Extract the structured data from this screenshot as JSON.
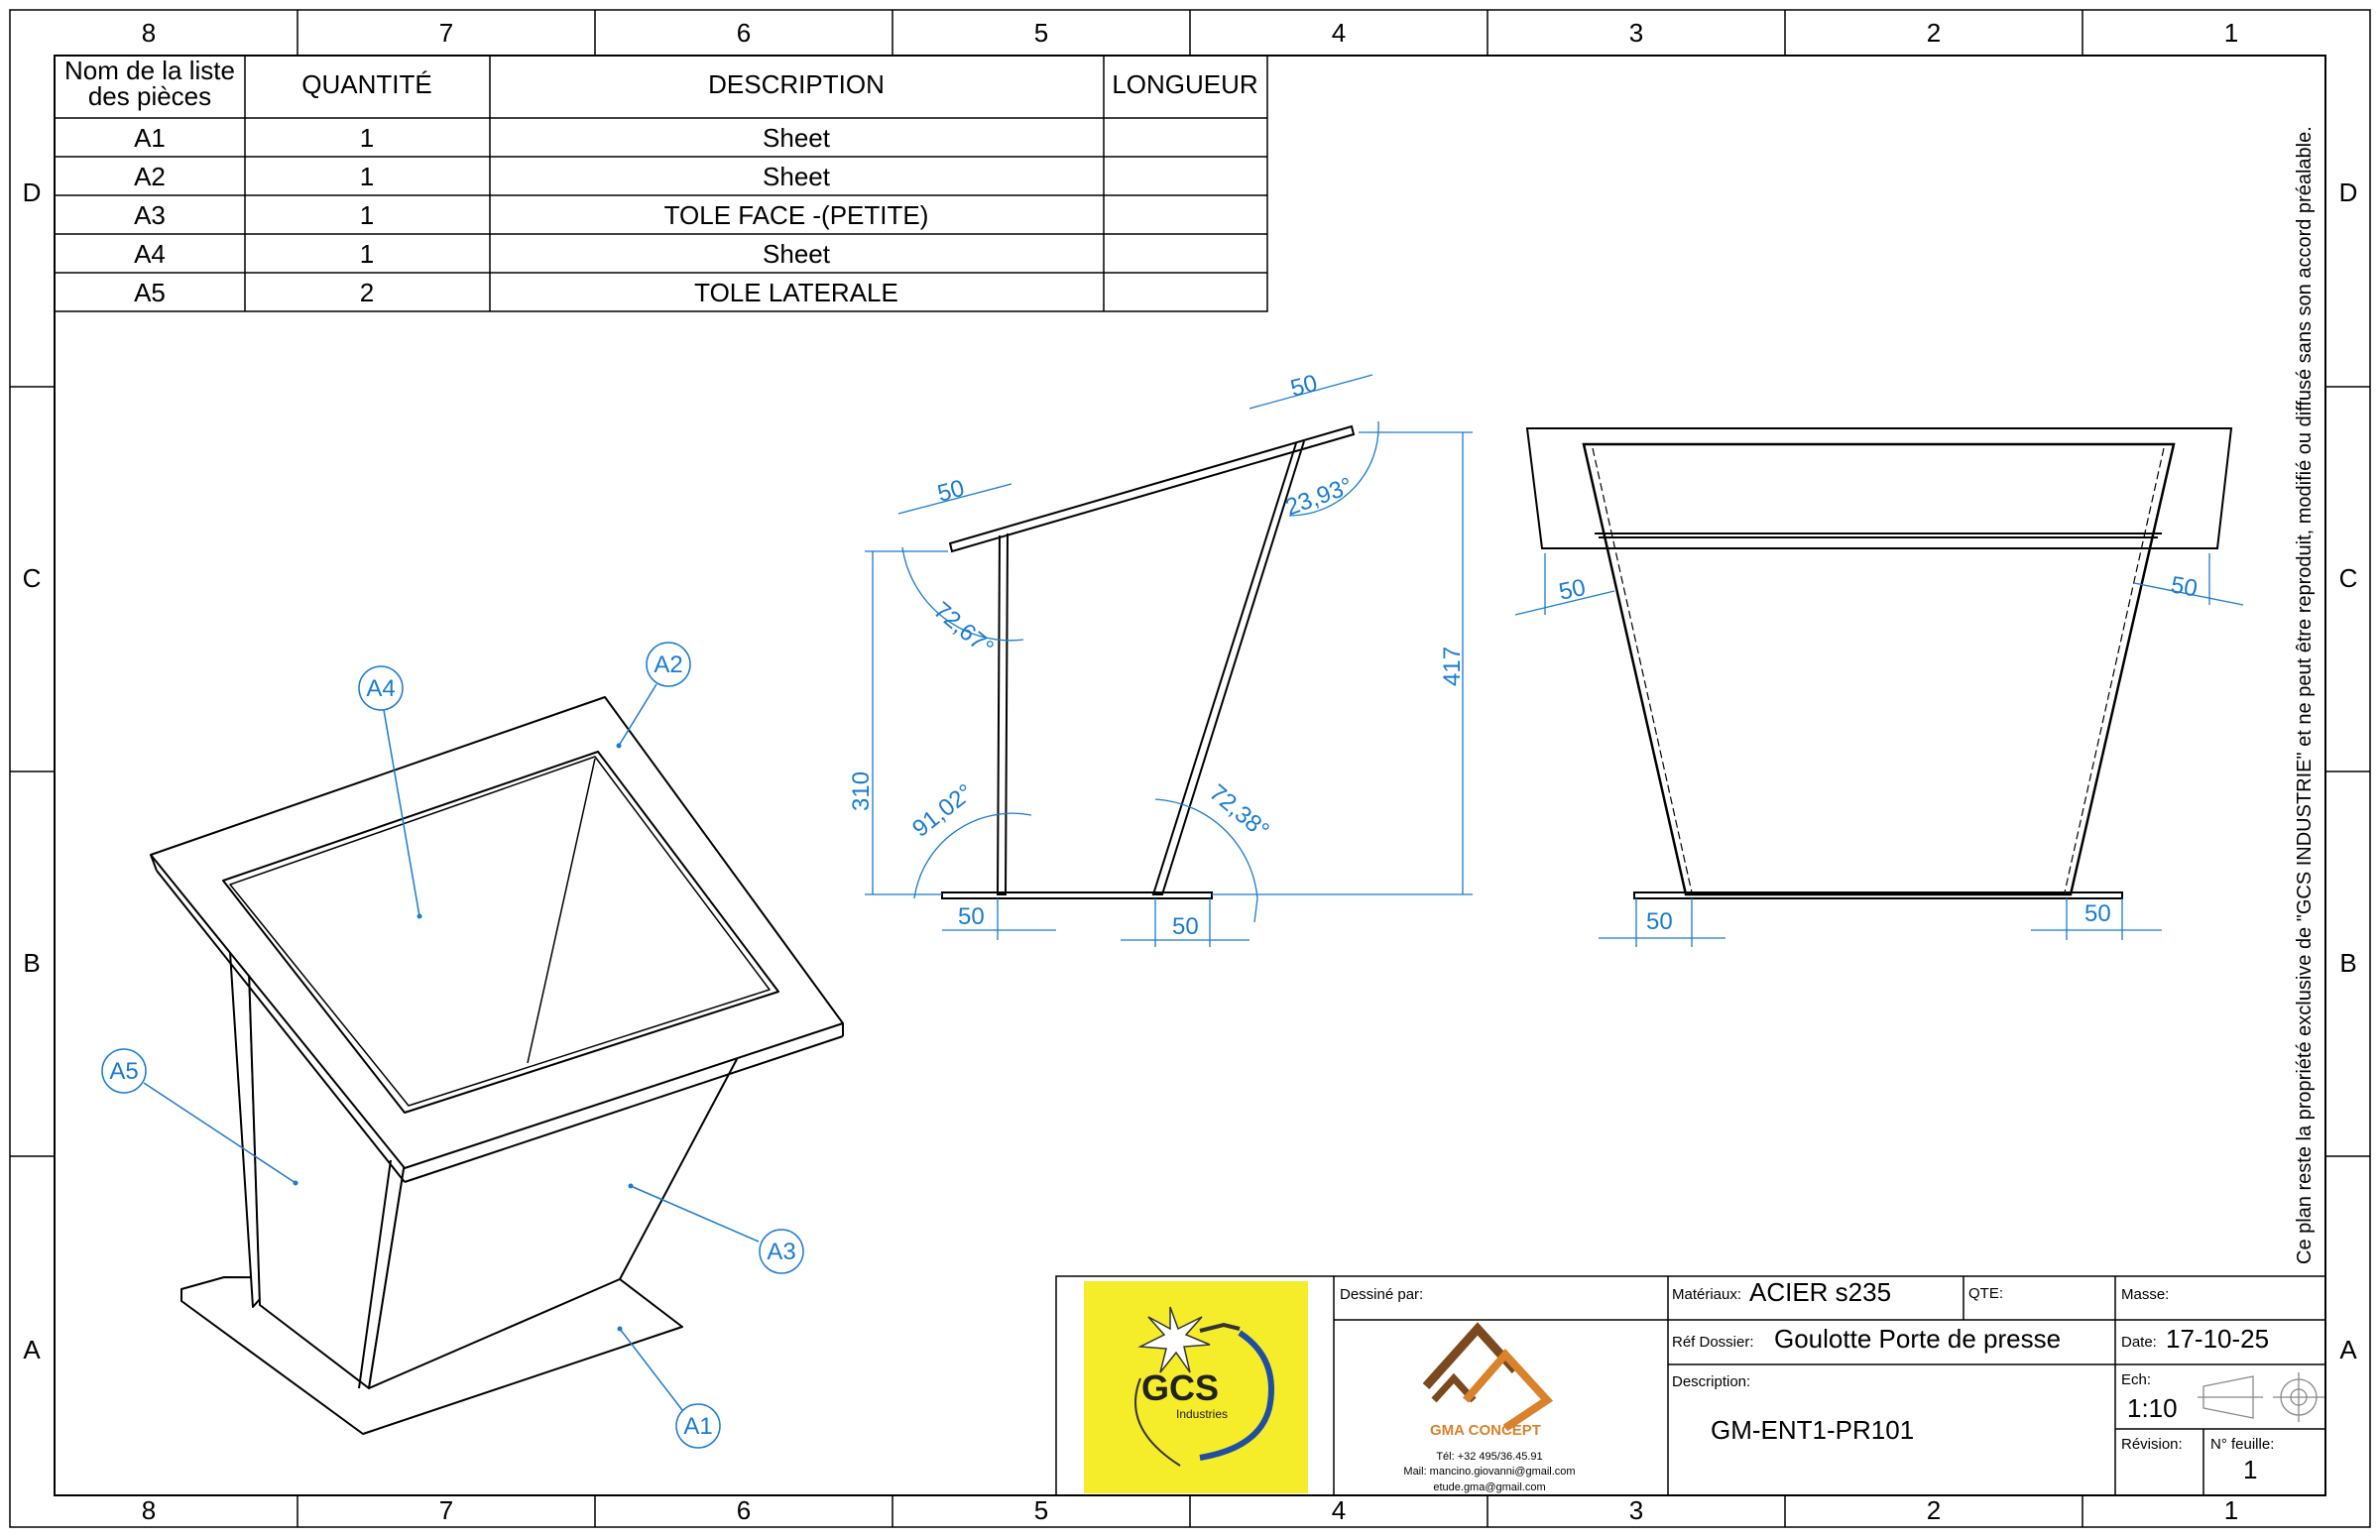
{
  "border": {
    "columns": [
      "8",
      "7",
      "6",
      "5",
      "4",
      "3",
      "2",
      "1"
    ],
    "rows": [
      "D",
      "C",
      "B",
      "A"
    ]
  },
  "parts_list": {
    "headers": [
      "Nom de la liste des pièces",
      "QUANTITÉ",
      "DESCRIPTION",
      "LONGUEUR"
    ],
    "header_name_lines": [
      "Nom de la liste",
      "des pièces"
    ],
    "rows": [
      {
        "name": "A1",
        "qty": "1",
        "desc": "Sheet",
        "length": ""
      },
      {
        "name": "A2",
        "qty": "1",
        "desc": "Sheet",
        "length": ""
      },
      {
        "name": "A3",
        "qty": "1",
        "desc": "TOLE FACE -(PETITE)",
        "length": ""
      },
      {
        "name": "A4",
        "qty": "1",
        "desc": "Sheet",
        "length": ""
      },
      {
        "name": "A5",
        "qty": "2",
        "desc": "TOLE LATERALE",
        "length": ""
      }
    ]
  },
  "balloons": [
    "A4",
    "A2",
    "A5",
    "A3",
    "A1"
  ],
  "side_view": {
    "dims": {
      "top_left_flange": "50",
      "top_right_flange": "50",
      "angle_top_right": "23,93°",
      "angle_top_left": "72,67°",
      "height_left": "310",
      "height_right": "417",
      "angle_bottom_left": "91,02°",
      "angle_bottom_right": "72,38°",
      "bottom_left_flange": "50",
      "bottom_right_flange": "50"
    }
  },
  "front_view": {
    "dims": {
      "left_upper": "50",
      "right_upper": "50",
      "left_lower": "50",
      "right_lower": "50"
    }
  },
  "copyright_note": "Ce plan reste la propriété exclusive de \"GCS INDUSTRIE\" et ne peut être reproduit, modifié ou diffusé sans son accord préalable.",
  "title_block": {
    "logo_text": "GCS",
    "logo_subtext": "Industries",
    "drawn_by_label": "Dessiné par:",
    "company_name": "GMA CONCEPT",
    "company_tel": "Tél: +32 495/36.45.91",
    "company_mail": "Mail: mancino.giovanni@gmail.com",
    "company_mail2": "etude.gma@gmail.com",
    "material_label": "Matériaux:",
    "material_value": "ACIER s235",
    "qte_label": "QTE:",
    "mass_label": "Masse:",
    "ref_label": "Réf Dossier:",
    "ref_value": "Goulotte Porte de presse",
    "date_label": "Date:",
    "date_value": "17-10-25",
    "description_label": "Description:",
    "description_value": "GM-ENT1-PR101",
    "scale_label": "Ech:",
    "scale_value": "1:10",
    "revision_label": "Révision:",
    "sheet_label": "N° feuille:",
    "sheet_value": "1"
  },
  "colors": {
    "line": "#000000",
    "dimension": "#1a7bd0",
    "logo_bg": "#f5ec2a",
    "logo_brown": "#7a4a1e",
    "logo_orange": "#d9822b"
  }
}
